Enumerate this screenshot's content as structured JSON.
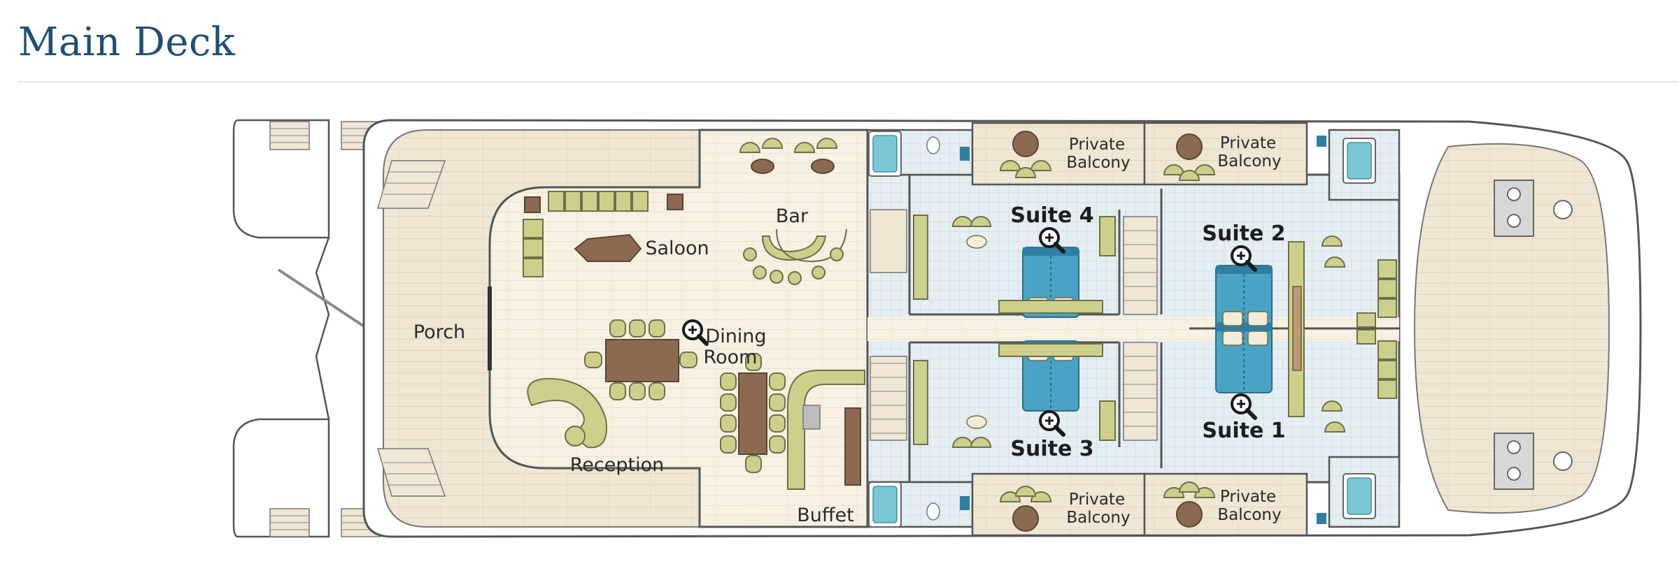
{
  "page": {
    "title": "Main Deck"
  },
  "deck": {
    "labels": {
      "porch": "Porch",
      "saloon": "Saloon",
      "bar": "Bar",
      "dining_line1": "Dining",
      "dining_line2": "Room",
      "reception": "Reception",
      "buffet": "Buffet",
      "suite1": "Suite 1",
      "suite2": "Suite 2",
      "suite3": "Suite 3",
      "suite4": "Suite 4",
      "balcony_line1": "Private",
      "balcony_line2": "Balcony"
    },
    "icons": {
      "zoom": "zoom-in-icon"
    },
    "colors": {
      "title": "#1f4e79",
      "deck_wood": "#efe6d3",
      "saloon_floor": "#f7f1e3",
      "cabin_floor": "#e5eef2",
      "bed": "#4aa3c4",
      "furniture_green": "#cdd08a",
      "furniture_brown": "#8c6a52",
      "hull_line": "#555555"
    }
  }
}
